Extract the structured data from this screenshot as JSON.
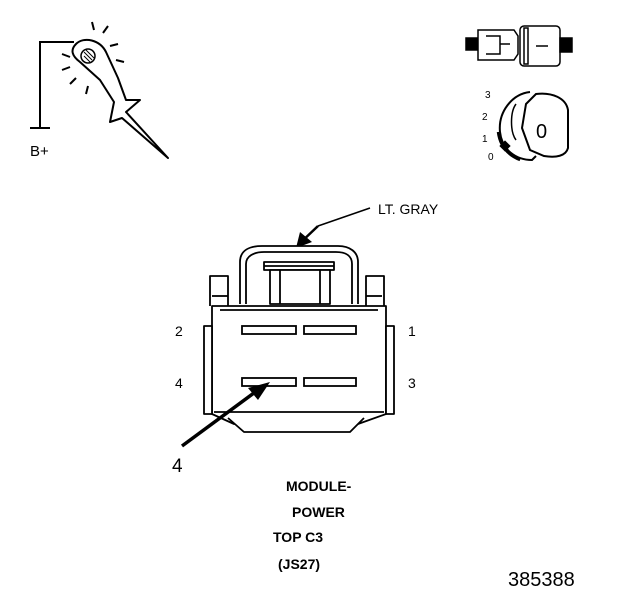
{
  "test_light": {
    "ground_label": "B+"
  },
  "ignition": {
    "positions": [
      "3",
      "2",
      "1",
      "0"
    ],
    "key_label": "0"
  },
  "connector": {
    "wire_color_label": "LT. GRAY",
    "pins": {
      "p1": "1",
      "p2": "2",
      "p3": "3",
      "p4": "4"
    },
    "callout": "4"
  },
  "caption": {
    "line1": "MODULE-",
    "line2": "POWER",
    "line3": "TOP C3",
    "line4": "(JS27)"
  },
  "figure_number": "385388",
  "colors": {
    "ink": "#000000",
    "background": "#ffffff"
  }
}
